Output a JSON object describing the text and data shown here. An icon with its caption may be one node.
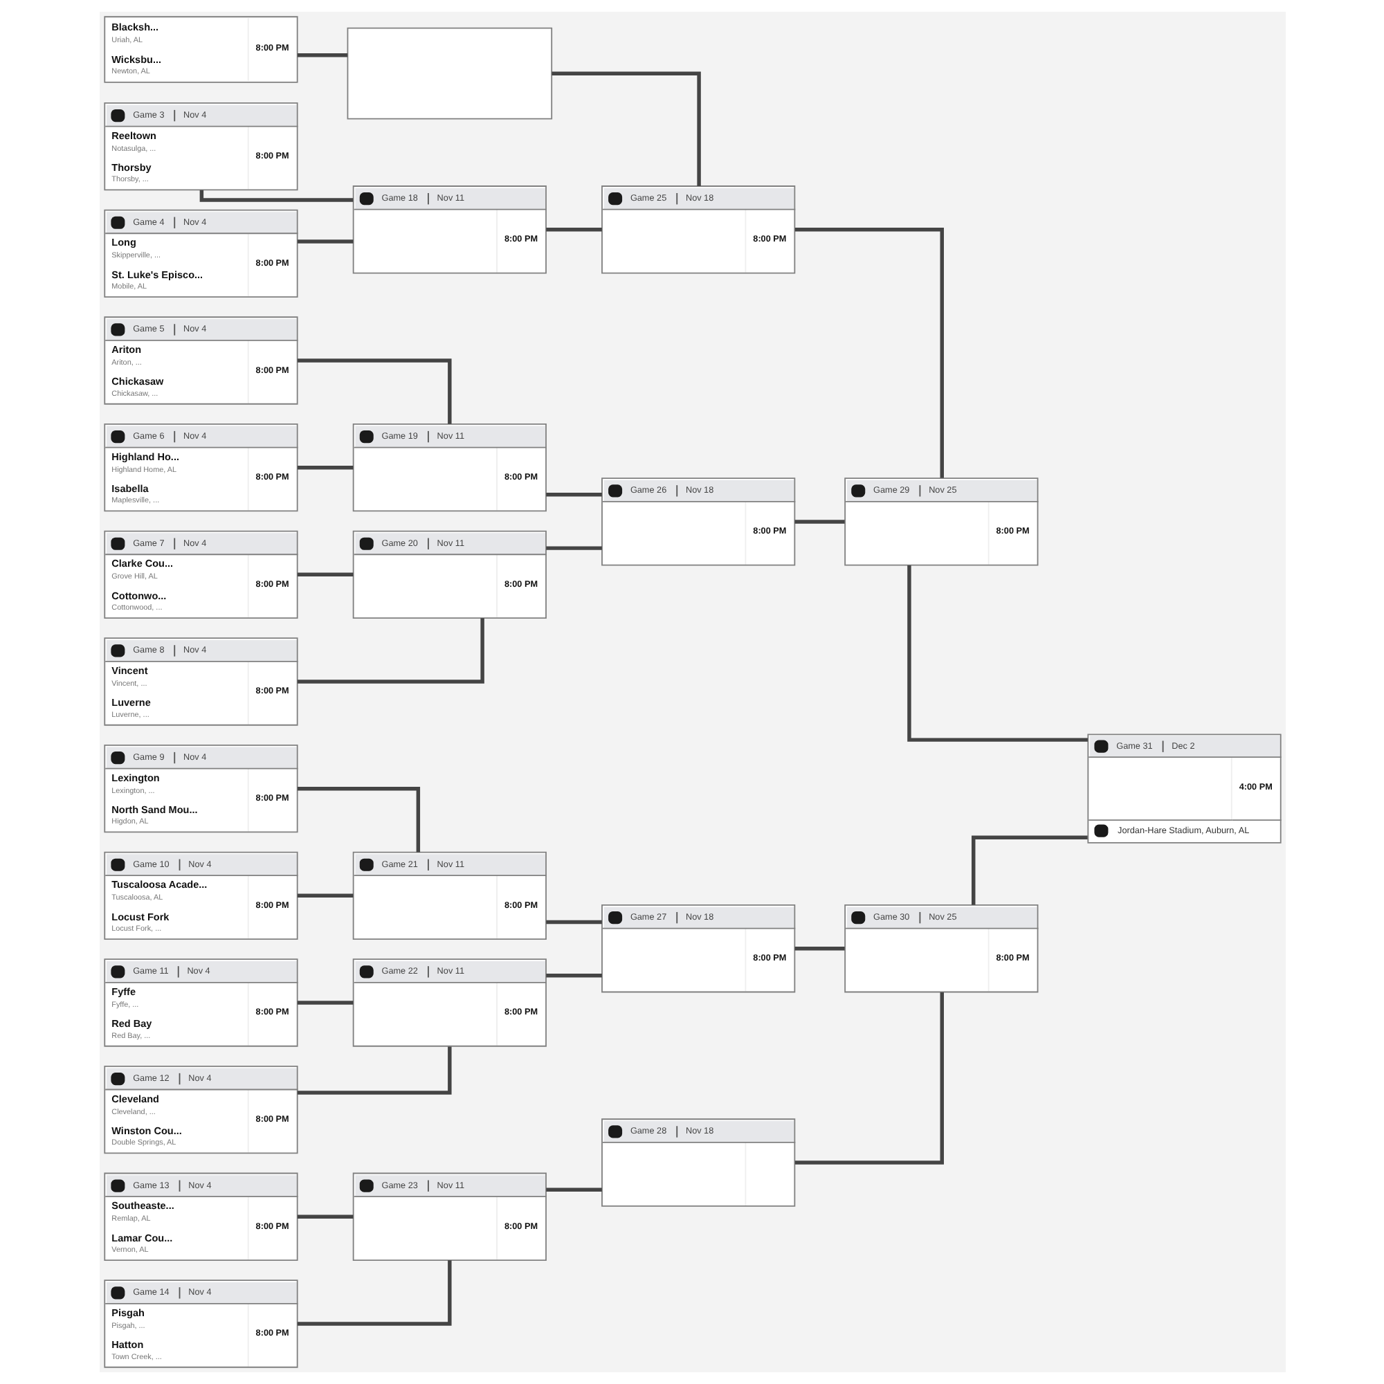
{
  "diagram": {
    "nodes": [
      {
        "text": [
          "Blacksh...",
          "Uriah, AL",
          "Wicksbu...",
          "Newton, AL",
          "8:00 PM"
        ]
      },
      {
        "text": [
          "Game 3",
          "Nov 4",
          "Reeltown",
          "Notasulga, ...",
          "Thorsby",
          "Thorsby, ...",
          "8:00 PM"
        ]
      },
      {
        "text": [
          "Game 4",
          "Nov 4",
          "Long",
          "Skipperville, ...",
          "St. Luke's Episco...",
          "Mobile, AL",
          "8:00 PM"
        ]
      },
      {
        "text": [
          "Game 5",
          "Nov 4",
          "Ariton",
          "Ariton, ...",
          "Chickasaw",
          "Chickasaw, ...",
          "8:00 PM"
        ]
      },
      {
        "text": [
          "Game 6",
          "Nov 4",
          "Highland Ho...",
          "Highland Home, AL",
          "Isabella",
          "Maplesville, ...",
          "8:00 PM"
        ]
      },
      {
        "text": [
          "Game 7",
          "Nov 4",
          "Clarke Cou...",
          "Grove Hill, AL",
          "Cottonwo...",
          "Cottonwood, ...",
          "8:00 PM"
        ]
      },
      {
        "text": [
          "Game 8",
          "Nov 4",
          "Vincent",
          "Vincent, ...",
          "Luverne",
          "Luverne, ...",
          "8:00 PM"
        ]
      },
      {
        "text": [
          "Game 9",
          "Nov 4",
          "Lexington",
          "Lexington, ...",
          "North Sand Mou...",
          "Higdon, AL",
          "8:00 PM"
        ]
      },
      {
        "text": [
          "Game 10",
          "Nov 4",
          "Tuscaloosa Acade...",
          "Tuscaloosa, AL",
          "Locust Fork",
          "Locust Fork, ...",
          "8:00 PM"
        ]
      },
      {
        "text": [
          "Game 11",
          "Nov 4",
          "Fyffe",
          "Fyffe, ...",
          "Red Bay",
          "Red Bay, ...",
          "8:00 PM"
        ]
      },
      {
        "text": [
          "Game 12",
          "Nov 4",
          "Cleveland",
          "Cleveland, ...",
          "Winston Cou...",
          "Double Springs, AL",
          "8:00 PM"
        ]
      },
      {
        "text": [
          "Game 13",
          "Nov 4",
          "Southeaste...",
          "Remlap, AL",
          "Lamar Cou...",
          "Vernon, AL",
          "8:00 PM"
        ]
      },
      {
        "text": [
          "Game 14",
          "Nov 4",
          "Pisgah",
          "Pisgah, ...",
          "Hatton",
          "Town Creek, ...",
          "8:00 PM"
        ]
      },
      {
        "text": [],
        "shape": "box"
      },
      {
        "text": [
          "Game 18",
          "Nov 11",
          "8:00 PM"
        ]
      },
      {
        "text": [
          "Game 19",
          "Nov 11",
          "8:00 PM"
        ]
      },
      {
        "text": [
          "Game 20",
          "Nov 11",
          "8:00 PM"
        ]
      },
      {
        "text": [
          "Game 21",
          "Nov 11",
          "8:00 PM"
        ]
      },
      {
        "text": [
          "Game 22",
          "Nov 11",
          "8:00 PM"
        ]
      },
      {
        "text": [
          "Game 23",
          "Nov 11",
          "8:00 PM"
        ]
      },
      {
        "text": [
          "Game 25",
          "Nov 18",
          "8:00 PM"
        ]
      },
      {
        "text": [
          "Game 26",
          "Nov 18",
          "8:00 PM"
        ]
      },
      {
        "text": [
          "Game 27",
          "Nov 18",
          "8:00 PM"
        ]
      },
      {
        "text": [
          "Game 28",
          "Nov 18"
        ]
      },
      {
        "text": [
          "Game 29",
          "Nov 25",
          "8:00 PM"
        ]
      },
      {
        "text": [
          "Game 30",
          "Nov 25",
          "8:00 PM"
        ]
      },
      {
        "text": [
          "Game 31",
          "Dec 2",
          "4:00 PM",
          "Jordan-Hare Stadium, Auburn, AL"
        ]
      }
    ],
    "edges": [
      {
        "from": 0,
        "to": 13,
        "arrow": "none"
      },
      {
        "from": 1,
        "to": 14,
        "arrow": "none"
      },
      {
        "from": 2,
        "to": 14,
        "arrow": "none"
      },
      {
        "from": 3,
        "to": 15,
        "arrow": "none"
      },
      {
        "from": 4,
        "to": 15,
        "arrow": "none"
      },
      {
        "from": 5,
        "to": 16,
        "arrow": "none"
      },
      {
        "from": 6,
        "to": 16,
        "arrow": "none"
      },
      {
        "from": 7,
        "to": 17,
        "arrow": "none"
      },
      {
        "from": 8,
        "to": 17,
        "arrow": "none"
      },
      {
        "from": 9,
        "to": 18,
        "arrow": "none"
      },
      {
        "from": 10,
        "to": 18,
        "arrow": "none"
      },
      {
        "from": 11,
        "to": 19,
        "arrow": "none"
      },
      {
        "from": 12,
        "to": 19,
        "arrow": "none"
      },
      {
        "from": 13,
        "to": 20,
        "arrow": "none"
      },
      {
        "from": 14,
        "to": 20,
        "arrow": "none"
      },
      {
        "from": 15,
        "to": 21,
        "arrow": "none"
      },
      {
        "from": 16,
        "to": 21,
        "arrow": "none"
      },
      {
        "from": 17,
        "to": 22,
        "arrow": "none"
      },
      {
        "from": 18,
        "to": 22,
        "arrow": "none"
      },
      {
        "from": 19,
        "to": 23,
        "arrow": "none"
      },
      {
        "from": 20,
        "to": 24,
        "arrow": "none"
      },
      {
        "from": 21,
        "to": 24,
        "arrow": "none"
      },
      {
        "from": 22,
        "to": 25,
        "arrow": "none"
      },
      {
        "from": 23,
        "to": 25,
        "arrow": "none"
      },
      {
        "from": 24,
        "to": 26,
        "arrow": "none"
      },
      {
        "from": 25,
        "to": 26,
        "arrow": "none"
      }
    ]
  }
}
